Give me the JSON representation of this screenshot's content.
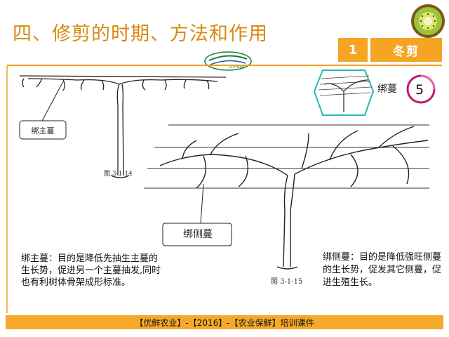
{
  "header": {
    "title": "四、修剪的时期、方法和作用",
    "logo_text": "U-Fresh"
  },
  "section": {
    "number": "1",
    "label": "冬剪"
  },
  "inset": {
    "label": "绑蔓",
    "step_number": "5"
  },
  "figure": {
    "left_callout": "绑主蔓",
    "left_caption": "图 3-1-14",
    "right_callout": "绑侧蔓",
    "right_caption": "图 3-1-15"
  },
  "descriptions": {
    "main_vine": "绑主蔓：目的是降低先抽生主蔓的生长势，促进另一个主蔓抽发,同时也有利树体骨架成形标准。",
    "side_vine": "绑侧蔓：目的是降低强旺侧蔓的生长势，促发其它侧蔓，促进生殖生长。"
  },
  "footer": {
    "text": "【优鲜农业】-【2016】-【农业保鲜】培训课件"
  },
  "colors": {
    "accent": "#f6a423",
    "title": "#d88a12",
    "inset_teal": "#2ab7b0",
    "ring": "#c2186a"
  },
  "icons": [
    "kiwi-icon",
    "u-fresh-logo"
  ]
}
